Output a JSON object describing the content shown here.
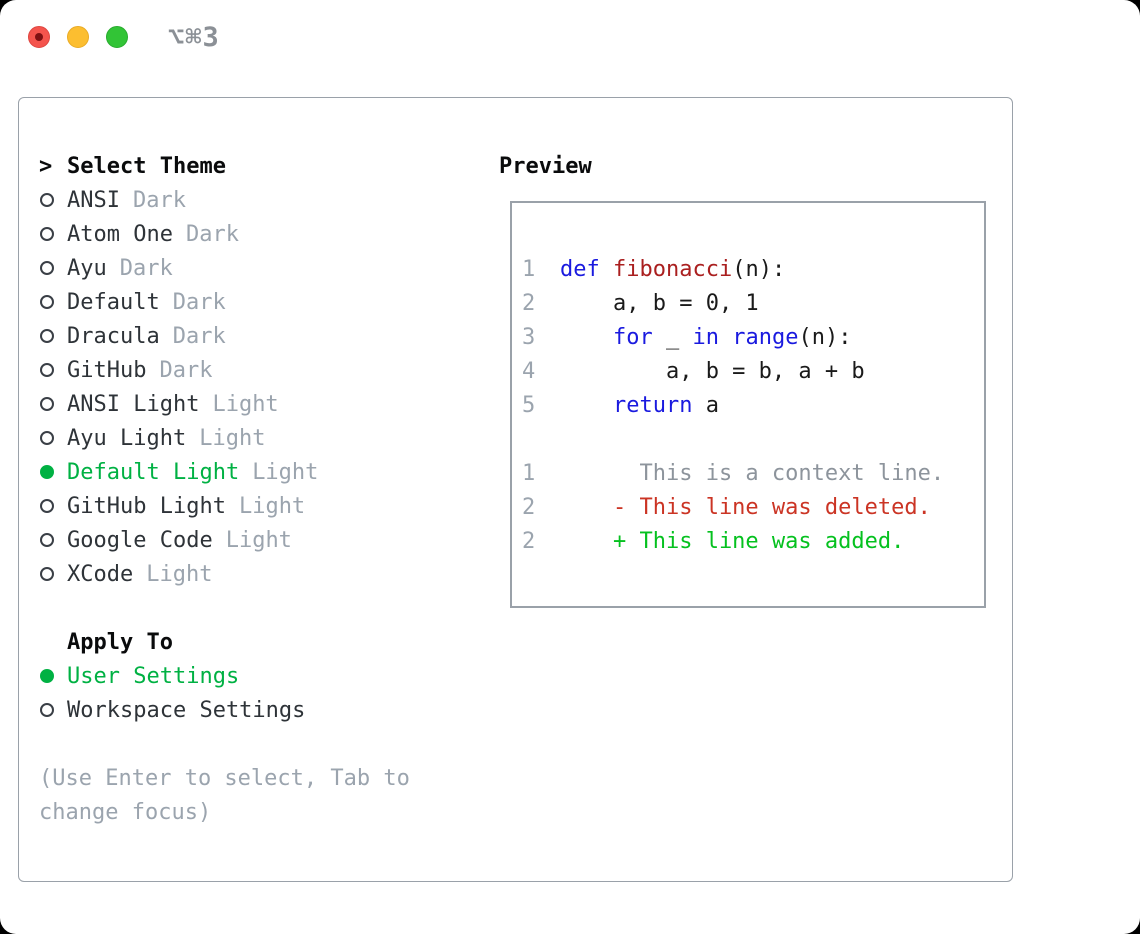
{
  "window": {
    "title": "⌥⌘3"
  },
  "colors": {
    "accent_green": "#00b143",
    "keyword_blue": "#1a1adf",
    "function_red": "#aa1f1f",
    "diff_deleted_red": "#cb3424",
    "diff_added_green": "#05c11f",
    "muted_gray": "#9ba4ae",
    "border_gray": "#9aa1a9",
    "traffic_red": "#f4544d",
    "traffic_yellow": "#fcbe30",
    "traffic_green": "#32c436"
  },
  "theme_panel": {
    "header": {
      "marker": ">",
      "label": "Select Theme"
    },
    "items": [
      {
        "name": "ANSI",
        "variant": "Dark",
        "selected": false
      },
      {
        "name": "Atom One",
        "variant": "Dark",
        "selected": false
      },
      {
        "name": "Ayu",
        "variant": "Dark",
        "selected": false
      },
      {
        "name": "Default",
        "variant": "Dark",
        "selected": false
      },
      {
        "name": "Dracula",
        "variant": "Dark",
        "selected": false
      },
      {
        "name": "GitHub",
        "variant": "Dark",
        "selected": false
      },
      {
        "name": "ANSI Light",
        "variant": "Light",
        "selected": false
      },
      {
        "name": "Ayu Light",
        "variant": "Light",
        "selected": false
      },
      {
        "name": "Default Light",
        "variant": "Light",
        "selected": true
      },
      {
        "name": "GitHub Light",
        "variant": "Light",
        "selected": false
      },
      {
        "name": "Google Code",
        "variant": "Light",
        "selected": false
      },
      {
        "name": "XCode",
        "variant": "Light",
        "selected": false
      }
    ]
  },
  "apply_panel": {
    "header": "Apply To",
    "items": [
      {
        "name": "User Settings",
        "selected": true
      },
      {
        "name": "Workspace Settings",
        "selected": false
      }
    ]
  },
  "hint": {
    "line1": "(Use Enter to select, Tab to",
    "line2": "change focus)"
  },
  "preview": {
    "header": "Preview",
    "lines": [
      {
        "num": "1",
        "tokens": [
          {
            "t": "def ",
            "k": "kw"
          },
          {
            "t": "fibonacci",
            "k": "fn"
          },
          {
            "t": "(n):",
            "k": "pl"
          }
        ]
      },
      {
        "num": "2",
        "tokens": [
          {
            "t": "    a, b = 0, 1",
            "k": "pl"
          }
        ]
      },
      {
        "num": "3",
        "tokens": [
          {
            "t": "    ",
            "k": "pl"
          },
          {
            "t": "for",
            "k": "kw"
          },
          {
            "t": " _ ",
            "k": "pl"
          },
          {
            "t": "in",
            "k": "kw"
          },
          {
            "t": " ",
            "k": "pl"
          },
          {
            "t": "range",
            "k": "kw"
          },
          {
            "t": "(n):",
            "k": "pl"
          }
        ]
      },
      {
        "num": "4",
        "tokens": [
          {
            "t": "        a, b = b, a + b",
            "k": "pl"
          }
        ]
      },
      {
        "num": "5",
        "tokens": [
          {
            "t": "    ",
            "k": "pl"
          },
          {
            "t": "return",
            "k": "kw"
          },
          {
            "t": " a",
            "k": "pl"
          }
        ]
      },
      {
        "num": "",
        "tokens": []
      },
      {
        "num": "1",
        "tokens": [
          {
            "t": "      This is a context line.",
            "k": "ctx"
          }
        ]
      },
      {
        "num": "2",
        "tokens": [
          {
            "t": "    - This line was deleted.",
            "k": "del"
          }
        ]
      },
      {
        "num": "2",
        "tokens": [
          {
            "t": "    + This line was added.",
            "k": "add"
          }
        ]
      }
    ]
  }
}
